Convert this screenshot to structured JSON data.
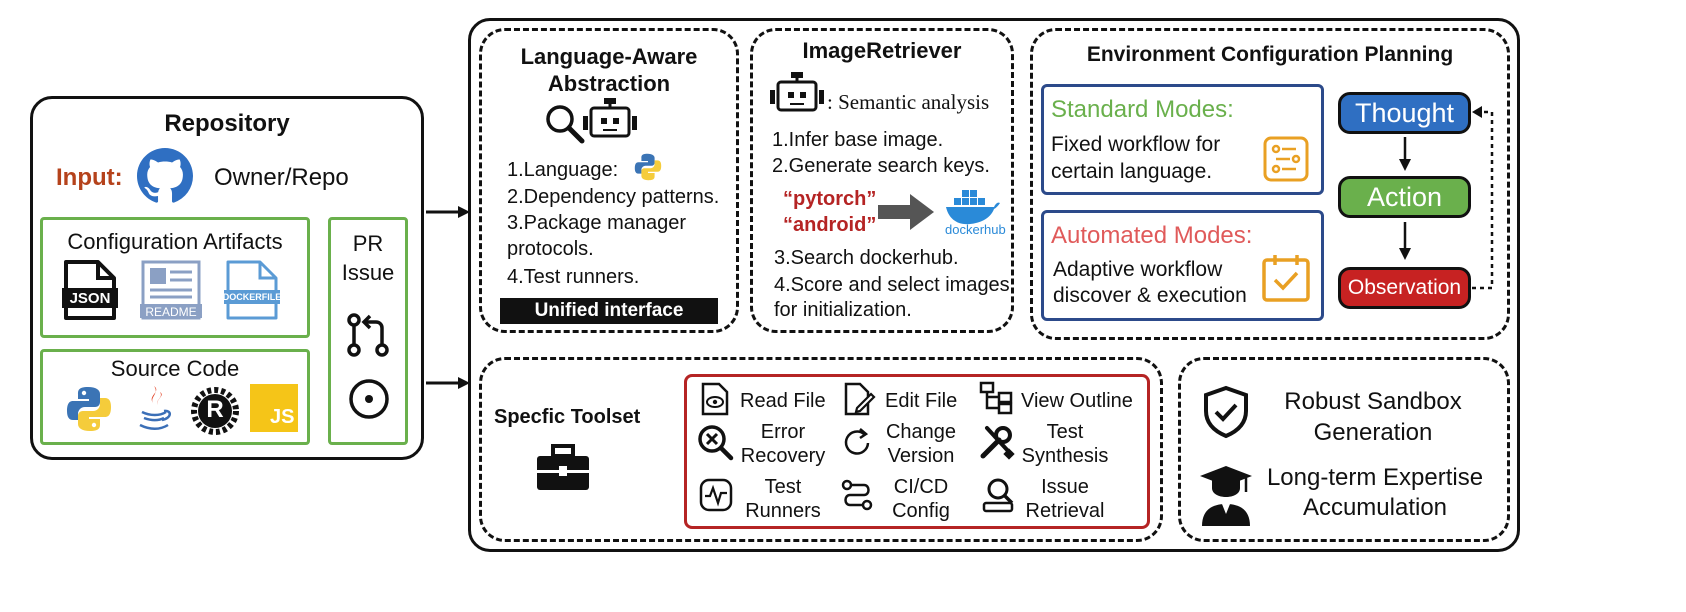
{
  "repository": {
    "title": "Repository",
    "input_label": "Input:",
    "owner_repo": "Owner/Repo",
    "config_title": "Configuration Artifacts",
    "json_label": "JSON",
    "readme_label": "README",
    "dockerfile_label": "DOCKERFILE",
    "pr_label": "PR",
    "issue_label": "Issue",
    "source_title": "Source Code",
    "js_label": "JS",
    "rust_label": "R"
  },
  "abstraction": {
    "title_line1": "Language-Aware",
    "title_line2": "Abstraction",
    "item1": "1.Language:",
    "item2": "2.Dependency patterns.",
    "item3a": "3.Package manager",
    "item3b": "protocols.",
    "item4": "4.Test runners.",
    "unified": "Unified interface"
  },
  "retriever": {
    "title": "ImageRetriever",
    "semantic": ": Semantic analysis",
    "step1": "1.Infer base image.",
    "step2": "2.Generate search keys.",
    "key1": "“pytorch”",
    "key2": "“android”",
    "docker_label": "dockerhub",
    "step3": "3.Search dockerhub.",
    "step4a": "4.Score and select images",
    "step4b": "for initialization."
  },
  "planning": {
    "title": "Environment Configuration Planning",
    "standard_title": "Standard Modes:",
    "standard_l1": "Fixed workflow for",
    "standard_l2": "certain language.",
    "auto_title": "Automated Modes:",
    "auto_l1": "Adaptive workflow",
    "auto_l2": "discover & execution",
    "thought": "Thought",
    "action": "Action",
    "observation": "Observation",
    "colors": {
      "thought": "#2f6fc2",
      "action": "#6ab04c",
      "observation": "#c72222",
      "standard": "#6ab04c",
      "automated": "#e05a5a",
      "icon_orange": "#e9a023"
    }
  },
  "toolset": {
    "title": "Specfic Toolset",
    "tools": {
      "read_file": "Read File",
      "edit_file": "Edit File",
      "view_outline": "View Outline",
      "error_l1": "Error",
      "error_l2": "Recovery",
      "change_l1": "Change",
      "change_l2": "Version",
      "synth_l1": "Test",
      "synth_l2": "Synthesis",
      "runners_l1": "Test",
      "runners_l2": "Runners",
      "cicd_l1": "CI/CD",
      "cicd_l2": "Config",
      "issue_l1": "Issue",
      "issue_l2": "Retrieval"
    }
  },
  "outcomes": {
    "sandbox_l1": "Robust Sandbox",
    "sandbox_l2": "Generation",
    "expertise_l1": "Long-term Expertise",
    "expertise_l2": "Accumulation"
  }
}
